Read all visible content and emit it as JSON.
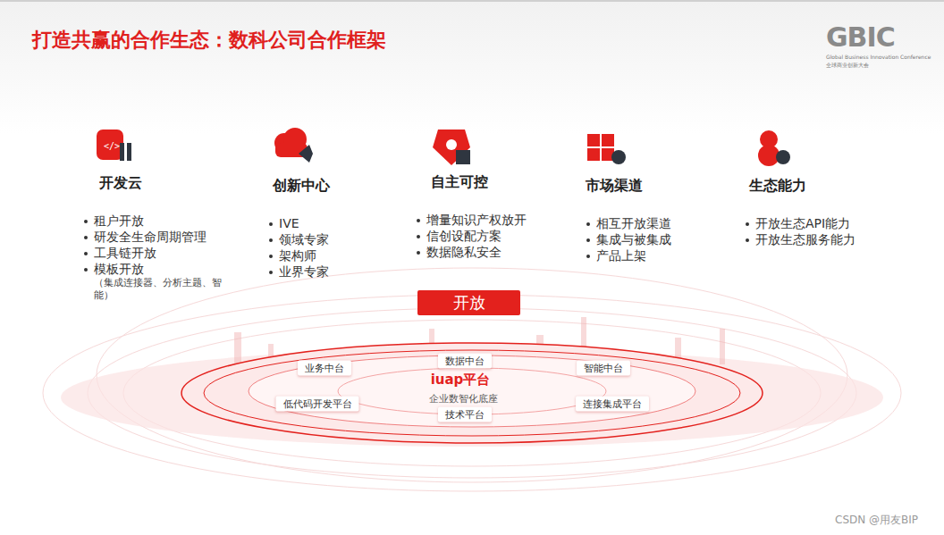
{
  "diagram": {
    "title": "打造共赢的合作生态：数科公司合作框架",
    "nodes": [
      {
        "text": [
          "开发云",
          "租户开放",
          "研发全生命周期管理",
          "工具链开放",
          "模板开放",
          "（集成连接器、分析主题、智能）"
        ]
      },
      {
        "text": [
          "创新中心",
          "IVE",
          "领域专家",
          "架构师",
          "业界专家"
        ]
      },
      {
        "text": [
          "自主可控",
          "增量知识产权放开",
          "信创设配方案",
          "数据隐私安全"
        ]
      },
      {
        "text": [
          "市场渠道",
          "相互开放渠道",
          "集成与被集成",
          "产品上架"
        ]
      },
      {
        "text": [
          "生态能力",
          "开放生态API能力",
          "开放生态服务能力"
        ]
      },
      {
        "text": [
          "开放"
        ]
      },
      {
        "text": [
          "iuap平台",
          "企业数智化底座"
        ]
      },
      {
        "text": [
          "业务中台"
        ],
        "in": 6
      },
      {
        "text": [
          "数据中台"
        ],
        "in": 6
      },
      {
        "text": [
          "智能中台"
        ],
        "in": 6
      },
      {
        "text": [
          "低代码开发平台"
        ],
        "in": 6
      },
      {
        "text": [
          "技术平台"
        ],
        "in": 6
      },
      {
        "text": [
          "连接集成平台"
        ],
        "in": 6
      }
    ],
    "labels": [
      "GBIC",
      "Global Business Innovation Conference",
      "全球商业创新大会",
      "CSDN @用友BIP"
    ]
  }
}
